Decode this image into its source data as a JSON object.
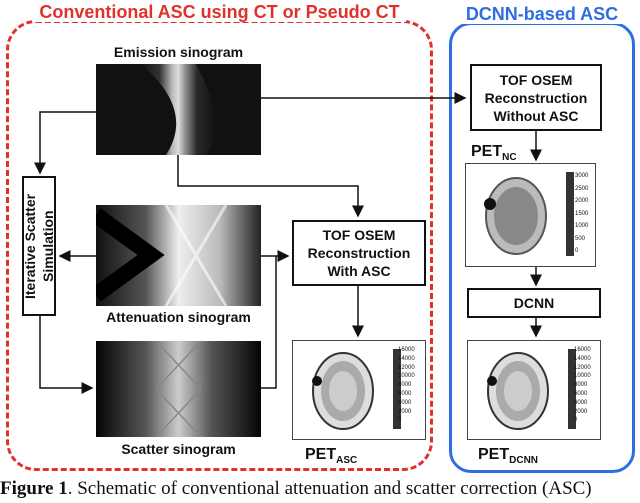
{
  "groups": {
    "conventional_title": "Conventional ASC using CT or Pseudo CT",
    "dcnn_title": "DCNN-based ASC"
  },
  "labels": {
    "emission": "Emission sinogram",
    "attenuation": "Attenuation sinogram",
    "scatter": "Scatter sinogram",
    "pet_asc_main": "PET",
    "pet_asc_sub": "ASC",
    "pet_nc_main": "PET",
    "pet_nc_sub": "NC",
    "pet_dcnn_main": "PET",
    "pet_dcnn_sub": "DCNN"
  },
  "boxes": {
    "iterative": "Iterative Scatter Simulation",
    "recon_asc_l1": "TOF OSEM",
    "recon_asc_l2": "Reconstruction",
    "recon_asc_l3": "With ASC",
    "recon_nc_l1": "TOF OSEM",
    "recon_nc_l2": "Reconstruction",
    "recon_nc_l3": "Without ASC",
    "dcnn": "DCNN"
  },
  "colorbars": {
    "nc": [
      "3000",
      "2500",
      "2000",
      "1500",
      "1000",
      "500",
      "0"
    ],
    "asc": [
      "16000",
      "14000",
      "12000",
      "10000",
      "8000",
      "6000",
      "4000",
      "2000",
      "0"
    ],
    "dcnn": [
      "16000",
      "14000",
      "12000",
      "10000",
      "8000",
      "6000",
      "4000",
      "2000",
      "0"
    ]
  },
  "caption": {
    "bold": "Figure 1",
    "text": ". Schematic of conventional attenuation and scatter correction (ASC)"
  },
  "colors": {
    "red": "#e0322b",
    "blue": "#2f6ee0"
  }
}
